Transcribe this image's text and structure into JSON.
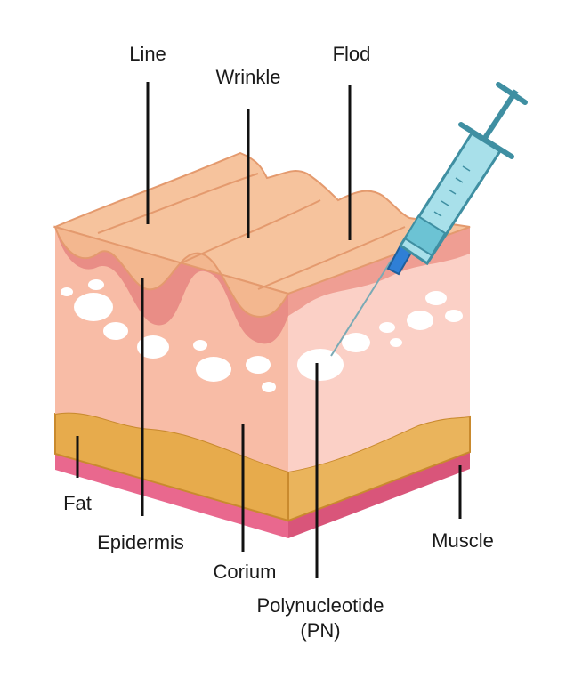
{
  "labels": {
    "line": "Line",
    "wrinkle": "Wrinkle",
    "fold": "Flod",
    "fat": "Fat",
    "epidermis": "Epidermis",
    "corium": "Corium",
    "muscle": "Muscle",
    "pn_line1": "Polynucleotide",
    "pn_line2": "(PN)"
  },
  "colors": {
    "surface": "#f3b78f",
    "surface_dark": "#e49a6e",
    "epidermis": "#e98d86",
    "dermis_front": "#f8bca6",
    "dermis_side": "#fbd0c6",
    "fat": "#e7ab4c",
    "fat_dark": "#c98a2e",
    "muscle": "#e9688e",
    "syringe_body": "#a8e0ea",
    "syringe_outline": "#3f8fa2",
    "leader": "#111111"
  },
  "icons": [
    "skin-cross-section-illustration",
    "syringe-icon"
  ]
}
